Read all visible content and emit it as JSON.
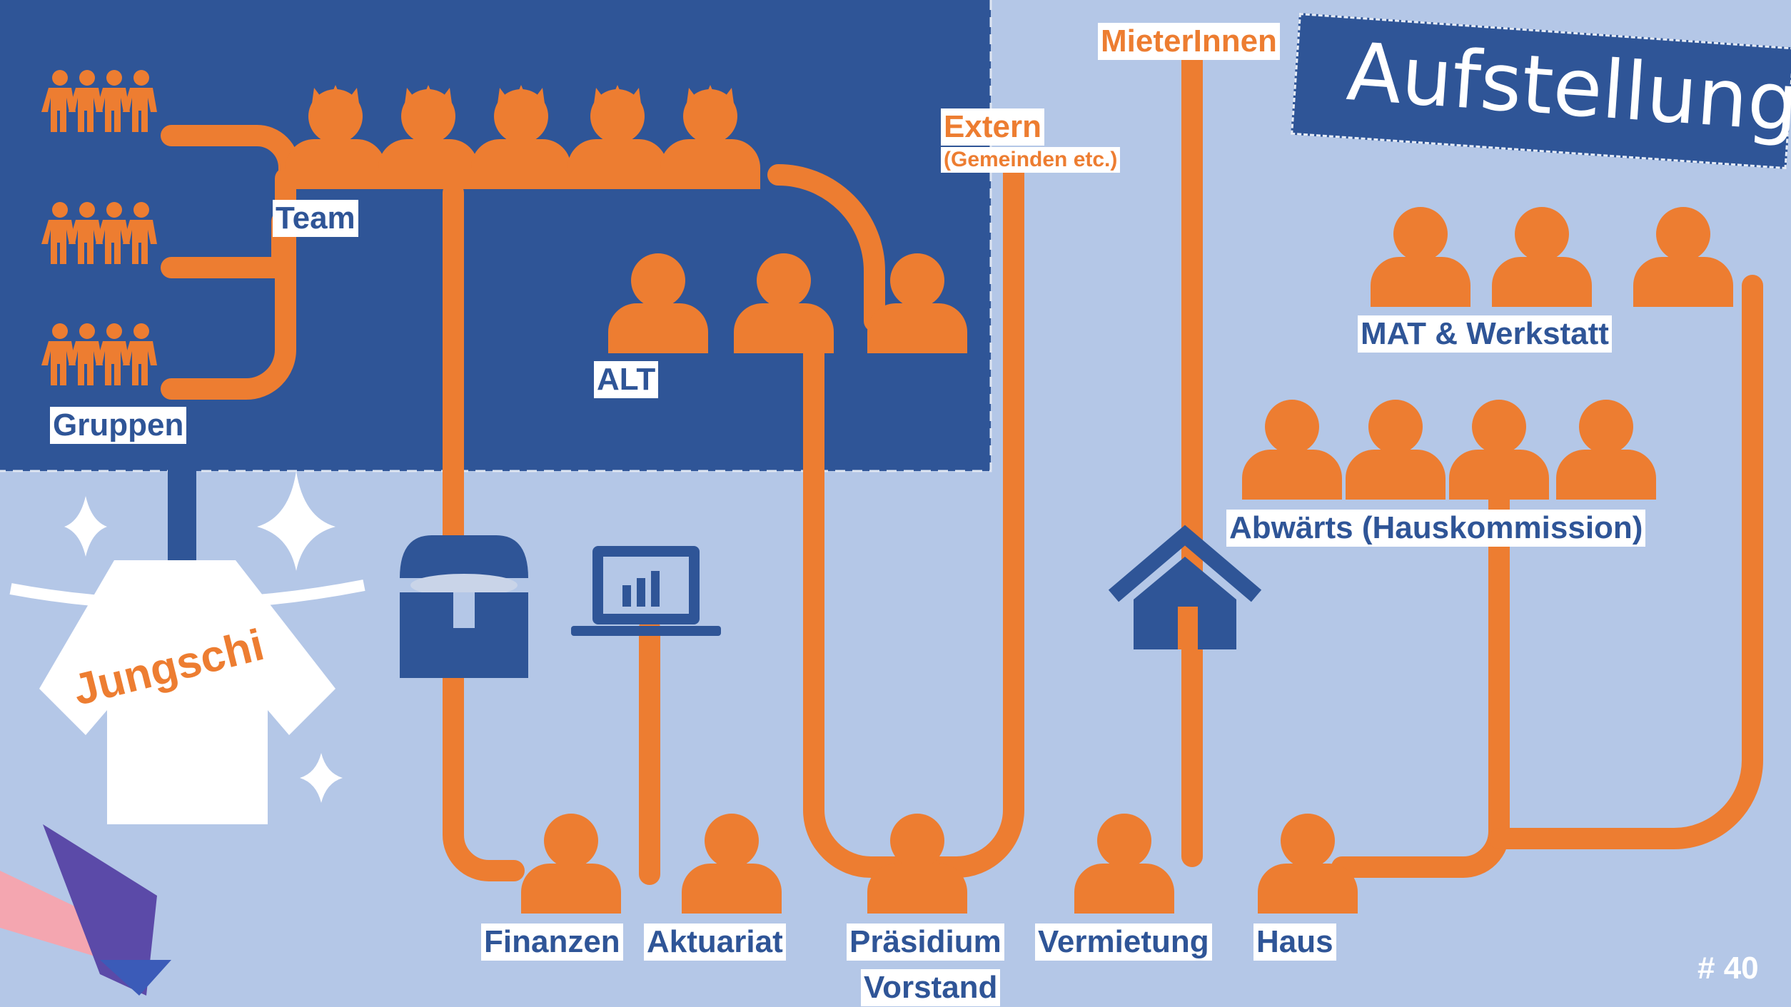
{
  "title": "Aufstellung",
  "page_number": "# 40",
  "colors": {
    "background": "#b4c7e7",
    "panel": "#2f5597",
    "accent": "#ed7d31",
    "white": "#ffffff"
  },
  "labels": {
    "team": "Team",
    "gruppen": "Gruppen",
    "alt": "ALT",
    "extern": "Extern",
    "extern_note": "(Gemeinden etc.)",
    "mieterinnen": "MieterInnen",
    "mat": "MAT & Werkstatt",
    "abwaerts": "Abwärts (Hauskommission)",
    "jungschi": "Jungschi",
    "finanzen": "Finanzen",
    "aktuariat": "Aktuariat",
    "praesidium": "Präsidium",
    "vorstand": "Vorstand",
    "vermietung": "Vermietung",
    "haus": "Haus"
  },
  "icons": {
    "people_group": "people-group-icon",
    "crown_person": "crowned-person-icon",
    "person": "person-icon",
    "treasure_chest": "treasure-chest-icon",
    "laptop_chart": "laptop-chart-icon",
    "house": "house-icon",
    "tshirt": "tshirt-icon",
    "sparkle": "sparkle-icon",
    "logo": "logo-icon"
  }
}
